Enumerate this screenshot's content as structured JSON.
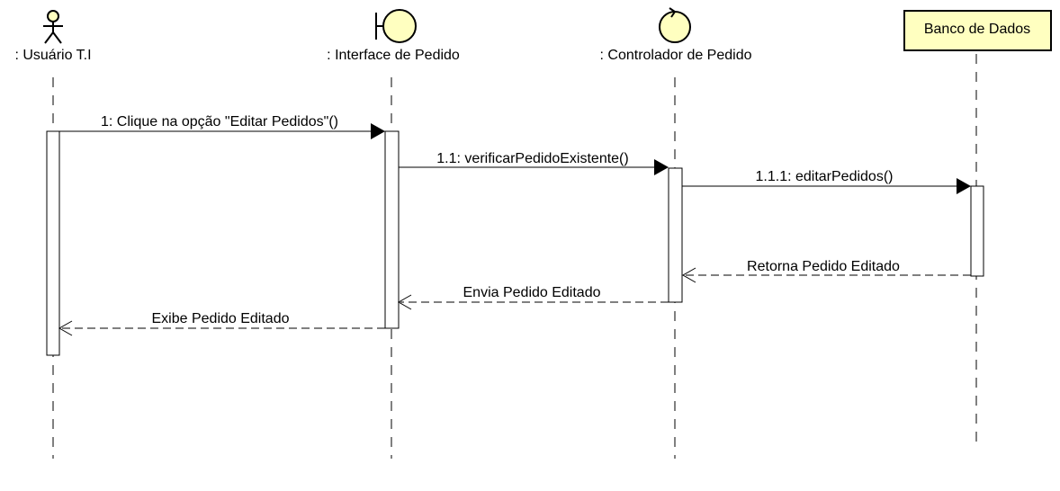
{
  "participants": [
    {
      "id": "user",
      "label": ": Usuário T.I",
      "kind": "actor"
    },
    {
      "id": "interface",
      "label": ": Interface de Pedido",
      "kind": "boundary"
    },
    {
      "id": "controller",
      "label": ": Controlador de Pedido",
      "kind": "control"
    },
    {
      "id": "database",
      "label": "Banco de Dados",
      "kind": "box"
    }
  ],
  "messages": [
    {
      "id": "m1",
      "label": "1: Clique na opção \"Editar Pedidos\"()",
      "style": "sync"
    },
    {
      "id": "m2",
      "label": "1.1: verificarPedidoExistente()",
      "style": "sync"
    },
    {
      "id": "m3",
      "label": "1.1.1: editarPedidos()",
      "style": "sync"
    },
    {
      "id": "m4",
      "label": "Retorna Pedido Editado",
      "style": "return"
    },
    {
      "id": "m5",
      "label": "Envia Pedido Editado",
      "style": "return"
    },
    {
      "id": "m6",
      "label": "Exibe Pedido Editado",
      "style": "return"
    }
  ],
  "colors": {
    "fill": "#ffffc0",
    "stroke": "#000000",
    "background": "#ffffff"
  }
}
